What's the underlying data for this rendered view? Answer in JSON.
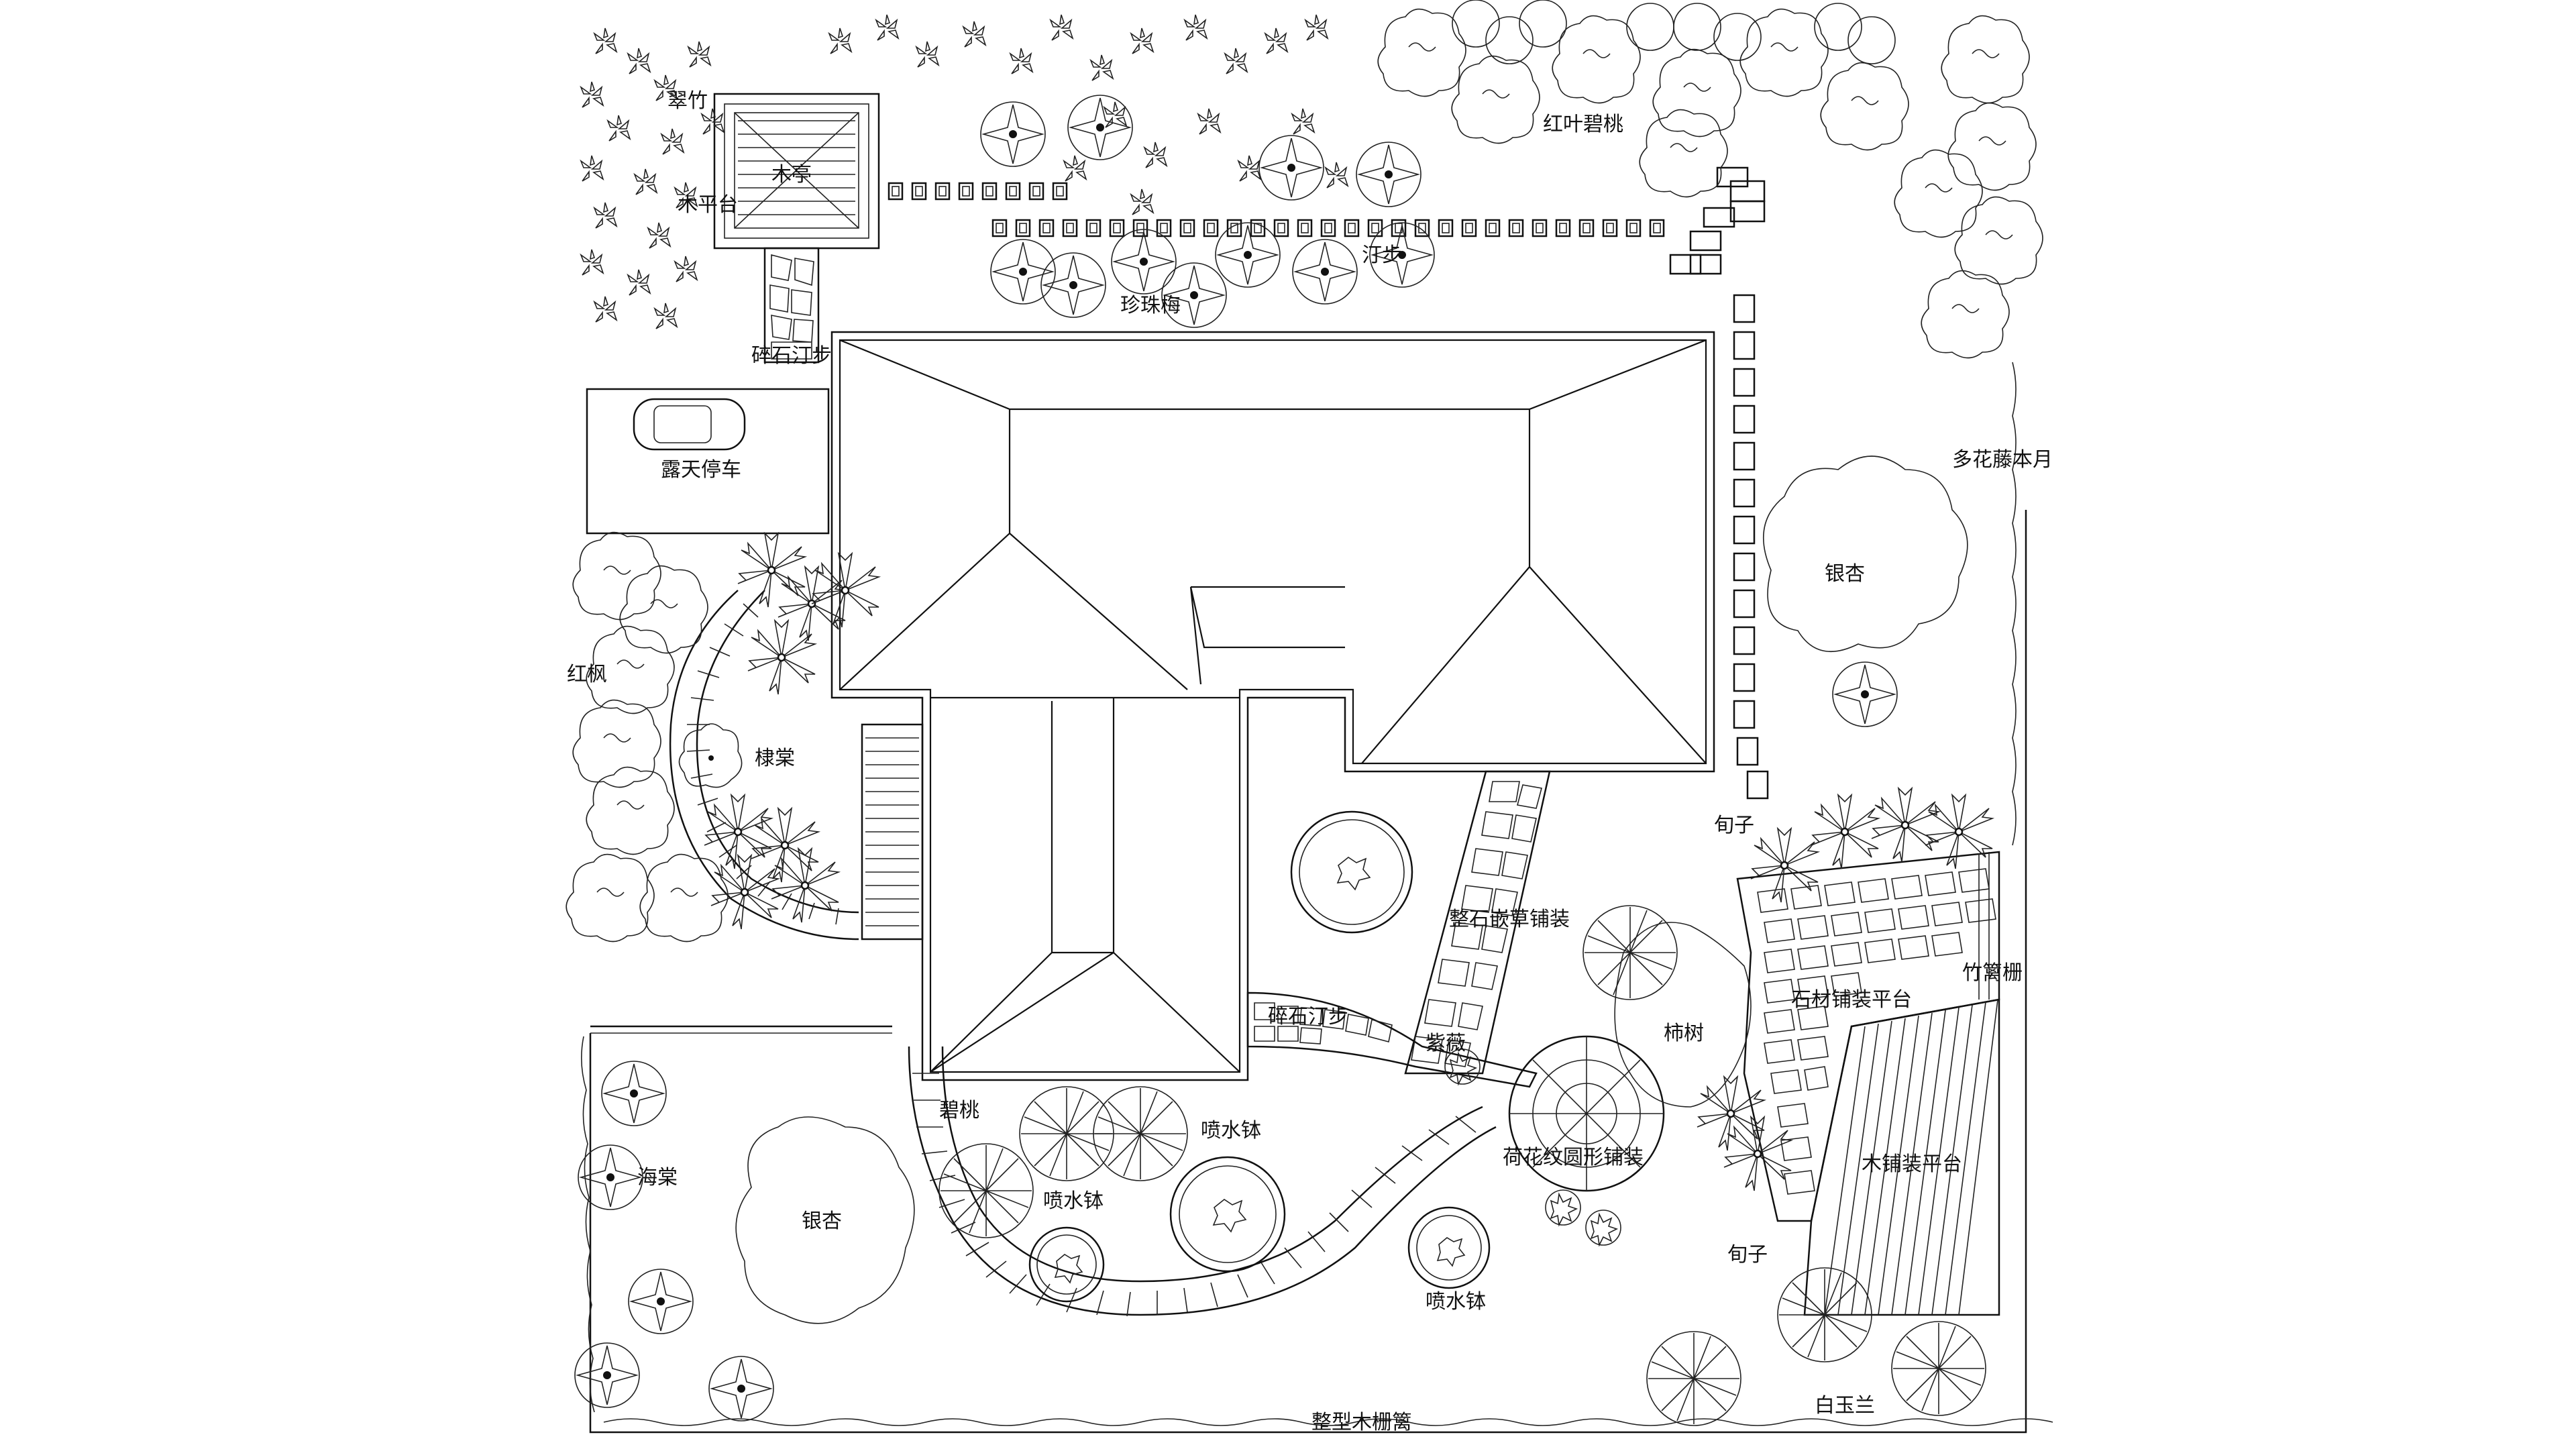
{
  "labels": {
    "bamboo": "翠竹",
    "pavilion": "木亭",
    "wood_deck": "木平台",
    "loropetalum": "红叶碧桃",
    "stepping": "汀步",
    "zhenzhumei": "珍珠梅",
    "gravel_path": "碎石汀步",
    "parking": "露天停车",
    "rose": "多花藤本月",
    "ginkgo_east": "银杏",
    "maple": "红枫",
    "crabapple_w": "棣棠",
    "xunzi_n": "旬子",
    "stone_grass": "整石嵌草铺装",
    "bamboo_fence": "竹篱栅",
    "stone_deck": "石材铺装平台",
    "gravel_path2": "碎石汀步",
    "lilac": "紫薇",
    "persimmon": "柿树",
    "flower_paving": "荷花纹圆形铺装",
    "peach": "碧桃",
    "fountain_bowl1": "喷水钵",
    "fountain_bowl2": "喷水钵",
    "fountain_bowl3": "喷水钵",
    "wood_platform": "木铺装平台",
    "crabapple_sw": "海棠",
    "ginkgo_sw": "银杏",
    "xunzi_s": "旬子",
    "magnolia": "白玉兰",
    "fence": "整型木栅篱"
  },
  "colors": {
    "line": "#111111",
    "background": "#ffffff"
  }
}
